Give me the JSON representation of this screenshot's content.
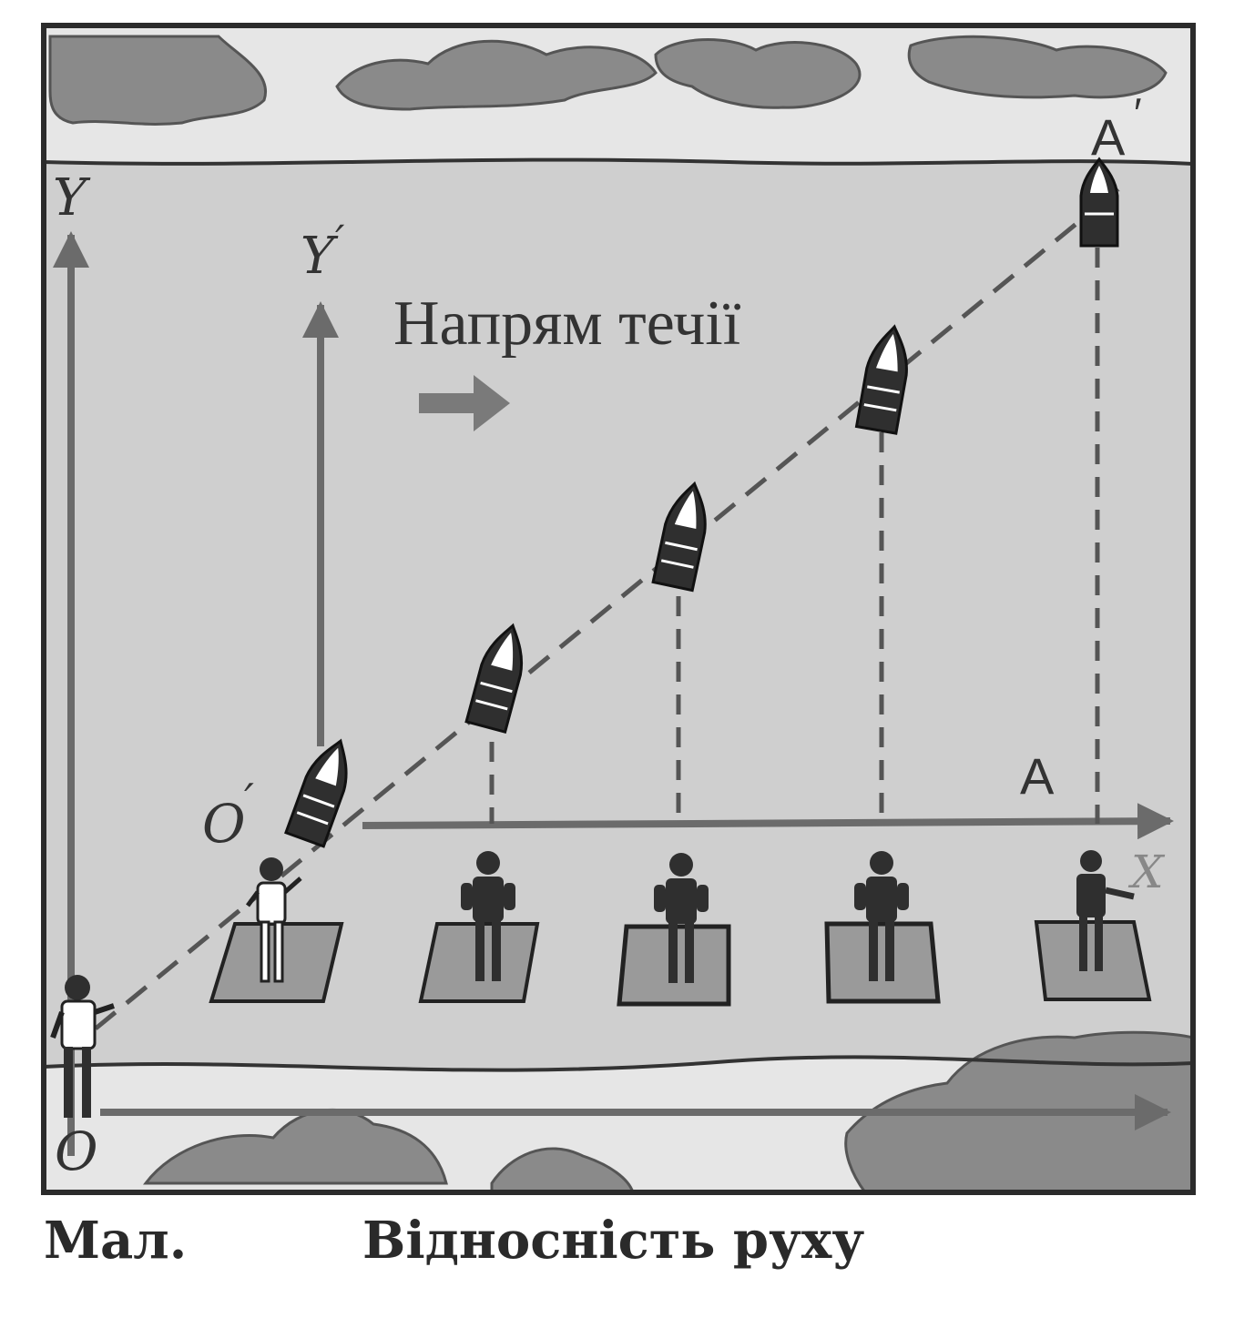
{
  "labels": {
    "axis_y": "Y",
    "axis_y_prime": "Y",
    "prime_mark": "′",
    "origin_o": "O",
    "origin_o_prime": "O",
    "axis_x_prime": "X",
    "point_a": "A",
    "point_a_prime": "A",
    "current_direction": "Напрям течії"
  },
  "caption": {
    "number": "Мал.",
    "title": "Відносність руху"
  },
  "colors": {
    "water": "#cfcfcf",
    "bank": "#e6e6e6",
    "trees": "#8a8a8a",
    "axis": "#6b6b6b",
    "ink": "#333333",
    "raft": "#9a9a9a",
    "border": "#2b2b2b"
  }
}
